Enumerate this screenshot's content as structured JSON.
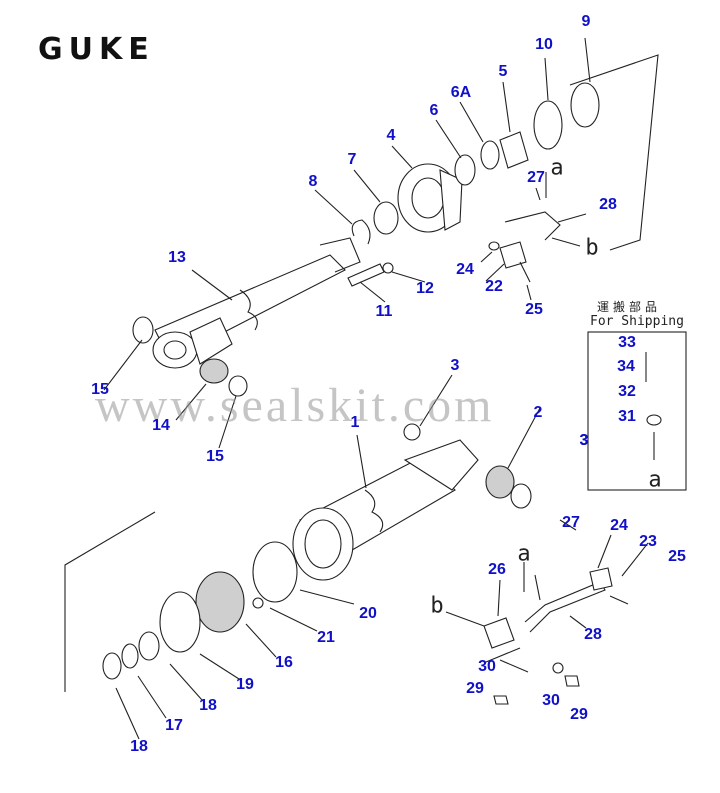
{
  "brand": "GUKE",
  "watermark": "www.sealskit.com",
  "shipping": {
    "label_jp": "運搬部品",
    "label_en": "For Shipping"
  },
  "arrow_labels": [
    "a",
    "b",
    "a",
    "b",
    "a"
  ],
  "callouts": [
    "9",
    "10",
    "5",
    "6A",
    "6",
    "4",
    "7",
    "8",
    "27",
    "28",
    "13",
    "24",
    "22",
    "25",
    "11",
    "12",
    "33",
    "34",
    "32",
    "31",
    "3",
    "15",
    "14",
    "15",
    "3",
    "1",
    "2",
    "3",
    "27",
    "24",
    "23",
    "25",
    "26",
    "20",
    "21",
    "16",
    "19",
    "18",
    "17",
    "18",
    "28",
    "30",
    "29",
    "30",
    "29"
  ]
}
